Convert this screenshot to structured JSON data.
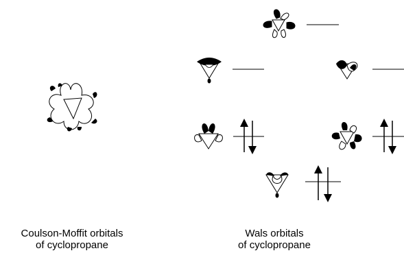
{
  "left_caption": {
    "line1": "Coulson-Moffit orbitals",
    "line2": "of cyclopropane"
  },
  "right_caption": {
    "line1": "Wals orbitals",
    "line2": "of cyclopropane"
  },
  "colors": {
    "ink": "#000000",
    "paper": "#ffffff"
  },
  "wals_levels": [
    {
      "name": "antibonding-top",
      "electrons": 0
    },
    {
      "name": "antibonding-left",
      "electrons": 0
    },
    {
      "name": "antibonding-right",
      "electrons": 0
    },
    {
      "name": "bonding-left",
      "electrons": 2
    },
    {
      "name": "bonding-right",
      "electrons": 2
    },
    {
      "name": "bonding-bottom",
      "electrons": 2
    }
  ]
}
